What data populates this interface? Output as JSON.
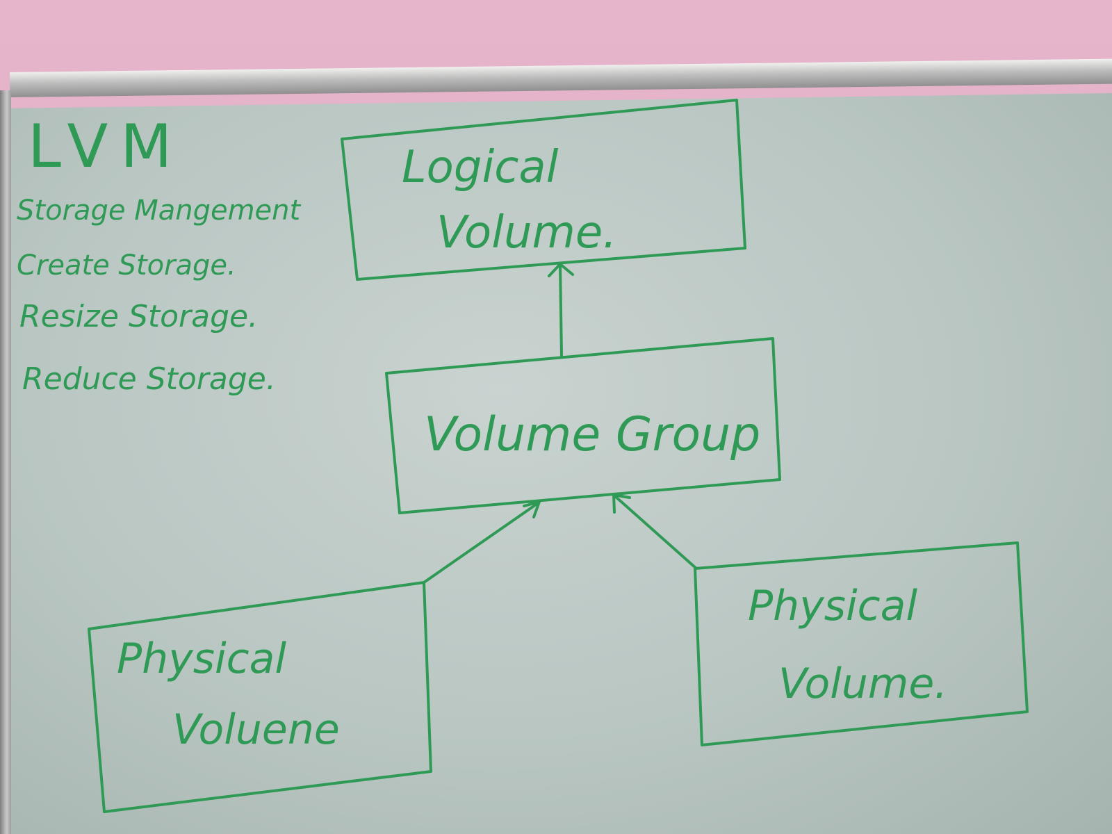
{
  "board": {
    "title": "LVM",
    "notes": [
      "Storage Mangement",
      "Create Storage.",
      "Resize Storage.",
      "Reduce Storage."
    ]
  },
  "diagram": {
    "logical_volume": {
      "line1": "Logical",
      "line2": "Volume."
    },
    "volume_group": {
      "label": "Volume Group"
    },
    "physical_volume_left": {
      "line1": "Physical",
      "line2": "Voluene"
    },
    "physical_volume_right": {
      "line1": "Physical",
      "line2": "Volume."
    }
  },
  "colors": {
    "marker": "#2f9a55",
    "wall": "#dcaec4",
    "board": "#bcc8c4"
  }
}
